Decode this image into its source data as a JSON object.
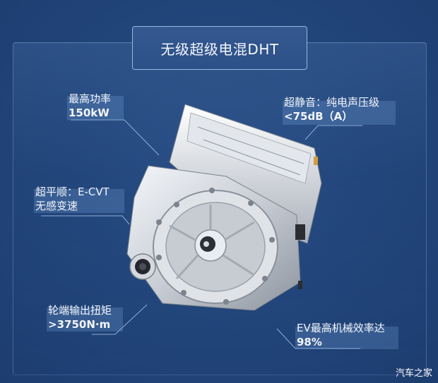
{
  "title": "无级超级电混DHT",
  "callouts": {
    "power": {
      "label": "最高功率",
      "value": "150kW"
    },
    "noise": {
      "label": "超静音：纯电声压级",
      "value": "<75dB（A）"
    },
    "smooth": {
      "label": "超平顺：E-CVT",
      "value": "无感变速"
    },
    "torque": {
      "label": "轮端输出扭矩",
      "value": ">3750N·m"
    },
    "efficiency": {
      "label": "EV最高机械效率达",
      "value": "98%"
    }
  },
  "image": {
    "subject": "dht-transmission-engine-render"
  },
  "watermark": "汽车之家",
  "colors": {
    "background": "#22467c",
    "frame_border": "#8cafdc",
    "title_border": "#aac8eb",
    "text": "#f2f5fa",
    "highlight": "#78a0d7"
  }
}
